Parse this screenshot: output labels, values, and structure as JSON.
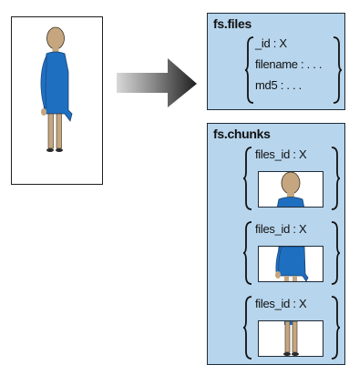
{
  "arrow_icon": "right-arrow-icon",
  "source_icon": "person-image-icon",
  "colors": {
    "box_fill": "#b7d5ec",
    "figure_blue": "#1f6fc1",
    "figure_skin": "#c6a67f",
    "arrow_dark": "#2d2d2d"
  },
  "files_box": {
    "title": "fs.files",
    "fields": [
      "_id : X",
      "filename : . . .",
      "md5 : . . ."
    ]
  },
  "chunks_box": {
    "title": "fs.chunks",
    "chunks": [
      {
        "label": "files_id : X",
        "part": "top"
      },
      {
        "label": "files_id : X",
        "part": "middle"
      },
      {
        "label": "files_id : X",
        "part": "bottom"
      }
    ]
  }
}
